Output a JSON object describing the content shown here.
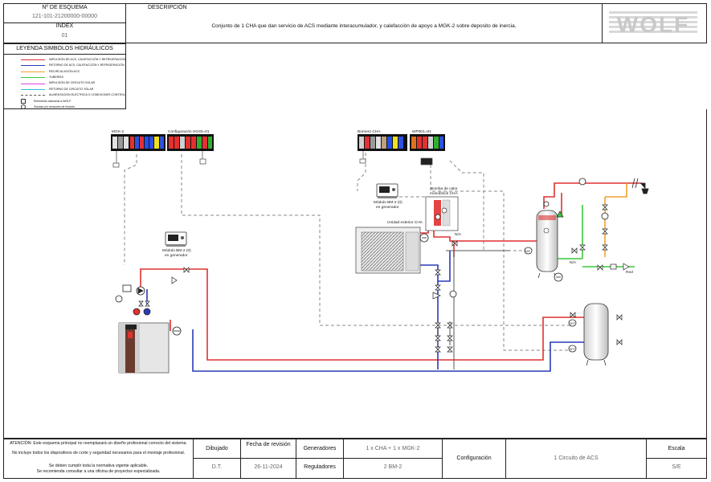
{
  "header": {
    "scheme_label": "Nº DE ESQUEMA",
    "scheme_number": "121-101-21200000-00000",
    "index_label": "INDEX",
    "index_value": "01",
    "description_label": "DESCRIPCIÓN",
    "description_text": "Conjunto de 1 CHA que dan servicio de ACS mediante interacumulador, y calefacción de  apoyo a MGK-2 sobre deposito de inercia.",
    "brand": "WOLF"
  },
  "legend": {
    "title": "LEYENDA SIMBOLOS HIDRÁULICOS",
    "items": [
      {
        "label": "IMPULSIÓN DE ACS, CALEFACCIÓN Y REFRIGERACIÓN",
        "color": "#e03030",
        "style": "solid"
      },
      {
        "label": "RETORNO DE ACS, CALEFACCIÓN Y REFRIGERACIÓN",
        "color": "#2a3ab8",
        "style": "solid"
      },
      {
        "label": "RECIRCULACIÓN ACS",
        "color": "#f0a030",
        "style": "solid"
      },
      {
        "label": "TUBERÍAS",
        "color": "#3ac83a",
        "style": "solid"
      },
      {
        "label": "IMPULSIÓN DE CIRCUITO SOLAR",
        "color": "#e040e0",
        "style": "solid"
      },
      {
        "label": "RETORNO DE CIRCUITO SOLAR",
        "color": "#30c0e0",
        "style": "solid"
      },
      {
        "label": "ALIMENTACIÓN ELÉCTRICA O CONEXIONES CONTROL",
        "color": "#555555",
        "style": "dashed"
      },
      {
        "label": "Elementos adicional a WOLF",
        "symbol": "A"
      },
      {
        "label": "Sondas y/o sensores de función",
        "symbol": "S"
      }
    ]
  },
  "diagram": {
    "labels": {
      "mgk": "MGK-2",
      "config_hg": "Configuración HG40=01",
      "bornero": "Bornero CHA",
      "wp001": "WP001=01",
      "bm2_gen": "Módulo BM-2 (0)\nen generador",
      "bm2_gen_label1": "Módulo BM-2 (0)",
      "bm2_gen_label2": "en generador",
      "bm2_mod_label1": "Módulo BM-2 (0)",
      "bm2_mod_label2": "en generador",
      "bomba_label1": "Bomba de calor",
      "bomba_label2": "monoblock CHA",
      "unidad_exterior": "Unidad exterior CHA",
      "na1": "N/A",
      "na2": "N/A",
      "red": "Red",
      "saf": "SAF",
      "sff": "SFF"
    },
    "colors": {
      "supply": "#e03030",
      "return": "#2a3ab8",
      "recirc": "#f0a030",
      "cold": "#3ac83a",
      "control": "#888888"
    }
  },
  "footer": {
    "notice": [
      "ATENCIÓN: Este esquema principal no reemplazará un diseño profesional correcto del sistema.",
      "No incluye todos los dispositivos de corte y seguridad necesarios para el montaje profesional.",
      "Se deben cumplir toda la normativa vigente aplicable.",
      "Se recomienda consultar a una oficina de proyectos especializada."
    ],
    "dibujado_label": "Dibujado",
    "dibujado_value": "D.T.",
    "fecha_label": "Fecha de revisión",
    "fecha_value": "26-11-2024",
    "generadores_label": "Generadores",
    "generadores_value": "1 x CHA + 1 x MGK-2",
    "reguladores_label": "Reguladores",
    "reguladores_value": "2 BM-2",
    "configuracion_label": "Configuración",
    "configuracion_value": "1 Circuito de ACS",
    "escala_label": "Escala",
    "escala_value": "S/E"
  }
}
